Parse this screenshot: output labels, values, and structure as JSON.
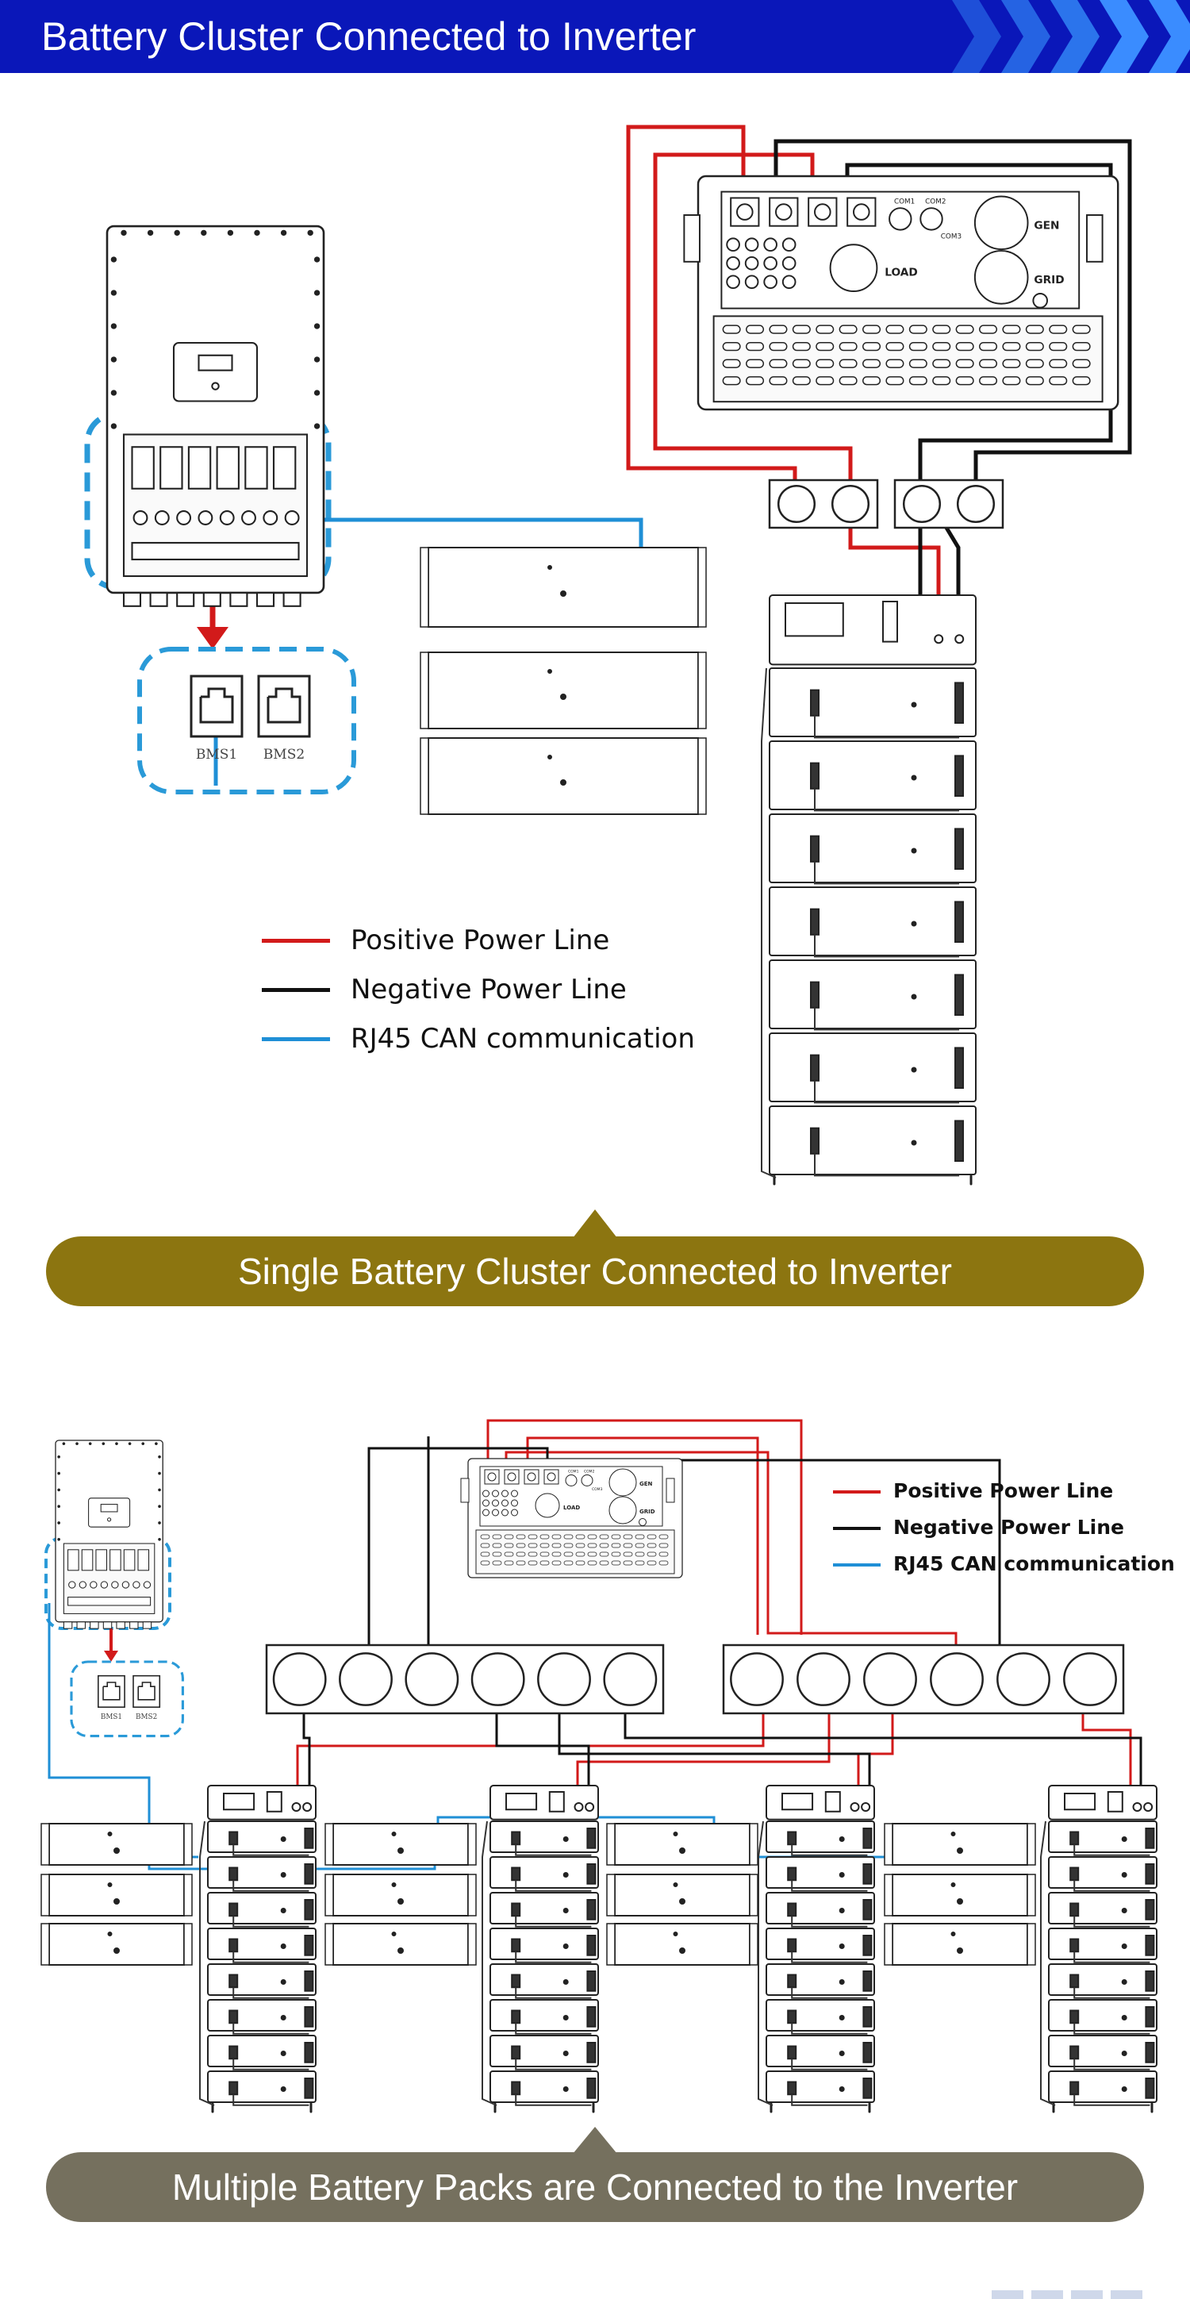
{
  "header": {
    "title": "Battery Cluster Connected to Inverter"
  },
  "section1": {
    "legend": {
      "positive": "Positive Power Line",
      "negative": "Negative Power Line",
      "can": "RJ45 CAN communication"
    },
    "ports": {
      "bms1": "BMS1",
      "bms2": "BMS2"
    },
    "inverter_labels": {
      "load": "LOAD",
      "gen": "GEN",
      "grid": "GRID",
      "com1": "COM1",
      "com2": "COM2",
      "com3": "COM3"
    },
    "banner": "Single Battery Cluster Connected to Inverter"
  },
  "section2": {
    "legend": {
      "positive": "Positive Power Line",
      "negative": "Negative Power Line",
      "can": "RJ45 CAN communication"
    },
    "ports": {
      "bms1": "BMS1",
      "bms2": "BMS2"
    },
    "banner": "Multiple Battery Packs are Connected to the Inverter"
  },
  "colors": {
    "header_bg": "#0a17b9",
    "chevron": "#2f7ef2",
    "banner1": "#8c7510",
    "banner2": "#75705e",
    "positive_line": "#d21a1a",
    "negative_line": "#111111",
    "can_line": "#1f8fd6",
    "dashed_outline": "#2a9ad8",
    "arrow": "#d21a1a"
  }
}
